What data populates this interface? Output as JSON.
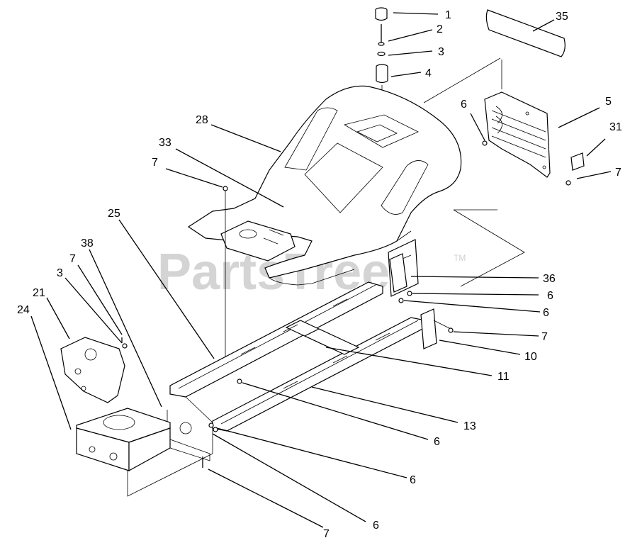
{
  "watermark": {
    "text": "PartsTree",
    "mark": "TM"
  },
  "callouts": [
    {
      "label": "1"
    },
    {
      "label": "2"
    },
    {
      "label": "3"
    },
    {
      "label": "4"
    },
    {
      "label": "35"
    },
    {
      "label": "6"
    },
    {
      "label": "5"
    },
    {
      "label": "31"
    },
    {
      "label": "7"
    },
    {
      "label": "28"
    },
    {
      "label": "33"
    },
    {
      "label": "7"
    },
    {
      "label": "25"
    },
    {
      "label": "38"
    },
    {
      "label": "7"
    },
    {
      "label": "3"
    },
    {
      "label": "21"
    },
    {
      "label": "24"
    },
    {
      "label": "36"
    },
    {
      "label": "6"
    },
    {
      "label": "6"
    },
    {
      "label": "7"
    },
    {
      "label": "10"
    },
    {
      "label": "11"
    },
    {
      "label": "13"
    },
    {
      "label": "6"
    },
    {
      "label": "6"
    },
    {
      "label": "6"
    },
    {
      "label": "7"
    }
  ]
}
